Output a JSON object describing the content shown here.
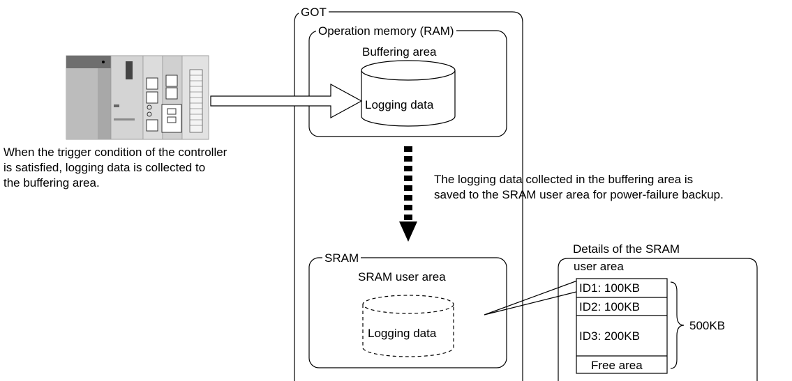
{
  "got": {
    "label": "GOT",
    "ram": {
      "label": "Operation memory (RAM)",
      "buffering_area": "Buffering area",
      "logging_data": "Logging data"
    },
    "sram": {
      "label": "SRAM",
      "user_area": "SRAM user area",
      "logging_data": "Logging data"
    }
  },
  "controller": {
    "caption_lines": [
      "When the trigger condition of the controller",
      "is satisfied, logging data is collected to",
      "the buffering area."
    ]
  },
  "save_note": {
    "lines": [
      "The logging data collected in the buffering area is",
      "saved to the SRAM user area for power-failure backup."
    ]
  },
  "details": {
    "title_lines": [
      "Details of the SRAM",
      "user area"
    ],
    "rows": [
      "ID1: 100KB",
      "ID2: 100KB",
      "ID3: 200KB",
      "Free area"
    ],
    "total": "500KB"
  }
}
